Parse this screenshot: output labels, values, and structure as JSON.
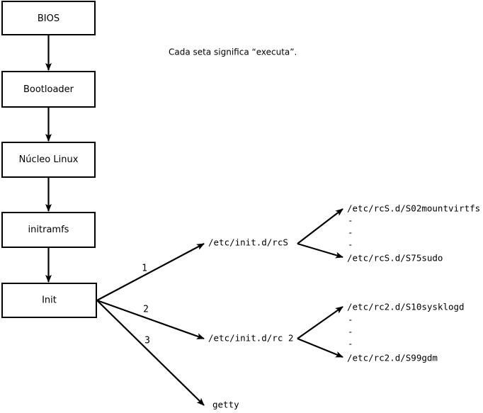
{
  "diagram": {
    "note": "Cada seta significa “executa”.",
    "boot_chain": [
      {
        "label": "BIOS"
      },
      {
        "label": "Bootloader"
      },
      {
        "label": "Núcleo Linux"
      },
      {
        "label": "initramfs"
      },
      {
        "label": "Init"
      }
    ],
    "branch_numbers": [
      "1",
      "2",
      "3"
    ],
    "init_targets": [
      {
        "label": "/etc/init.d/rcS"
      },
      {
        "label": "/etc/init.d/rc 2"
      },
      {
        "label": "getty"
      }
    ],
    "rcs_scripts": {
      "first": "/etc/rcS.d/S02mountvirtfs",
      "ellipsis": [
        "-",
        "-",
        "-"
      ],
      "last": "/etc/rcS.d/S75sudo"
    },
    "rc2_scripts": {
      "first": "/etc/rc2.d/S10sysklogd",
      "ellipsis": [
        "-",
        "-",
        "-"
      ],
      "last": "/etc/rc2.d/S99gdm"
    },
    "colors": {
      "line": "#000000",
      "box_fill": "#ffffff",
      "background": "#ffffff"
    }
  }
}
